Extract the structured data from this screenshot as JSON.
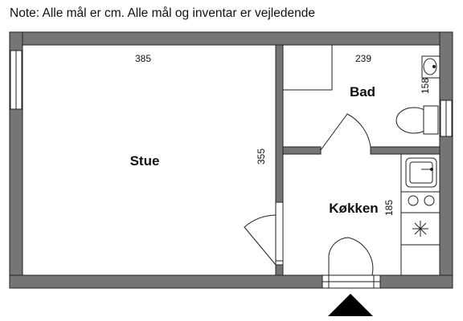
{
  "note": "Note: Alle mål er cm. Alle mål og inventar er vejledende",
  "rooms": {
    "stue": {
      "label": "Stue",
      "width_dim": "385",
      "height_dim": "355"
    },
    "bad": {
      "label": "Bad",
      "width_dim": "239",
      "side_dim": "158"
    },
    "kokken": {
      "label": "Køkken",
      "side_dim": "185"
    }
  },
  "colors": {
    "wall": "#757575",
    "line": "#222222",
    "window": "#ffffff"
  },
  "icons": [
    "entrance-arrow-icon",
    "toilet-icon",
    "sink-icon",
    "hob-icon",
    "oven-icon"
  ]
}
